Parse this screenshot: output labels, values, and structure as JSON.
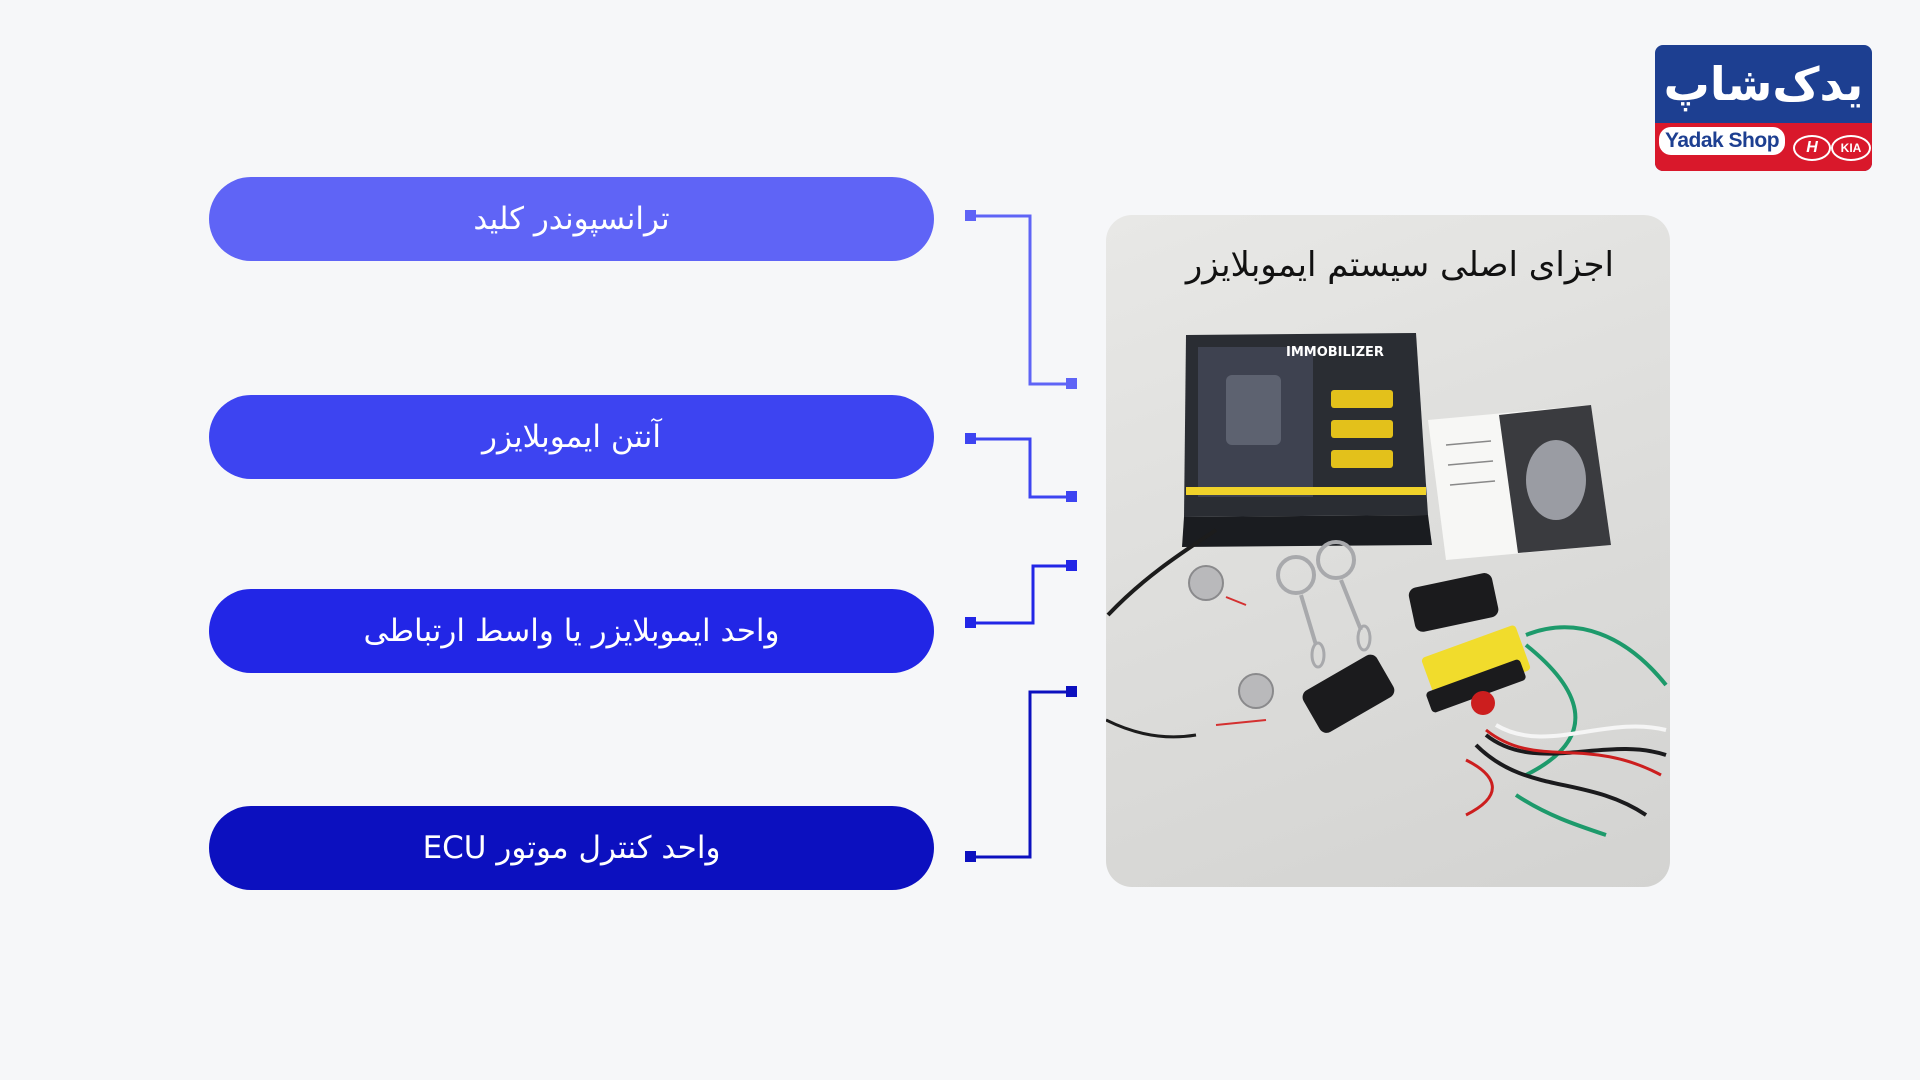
{
  "components": [
    {
      "label": "ترانسپوندر کلید",
      "color": "#5f64f6"
    },
    {
      "label": "آنتن ایموبلایزر",
      "color": "#3d44f1"
    },
    {
      "label": "واحد ایموبلایزر یا واسط ارتباطی",
      "color": "#2226e6"
    },
    {
      "label": "واحد کنترل موتور ECU",
      "color": "#0c10bf"
    }
  ],
  "photo": {
    "title": "اجزای اصلی سیستم ایموبلایزر",
    "box_label": "IMMOBILIZER"
  },
  "logo": {
    "fa_text": "یدک‌شاپ",
    "en_text": "Yadak Shop",
    "brand_h": "H",
    "brand_kia": "KIA"
  }
}
